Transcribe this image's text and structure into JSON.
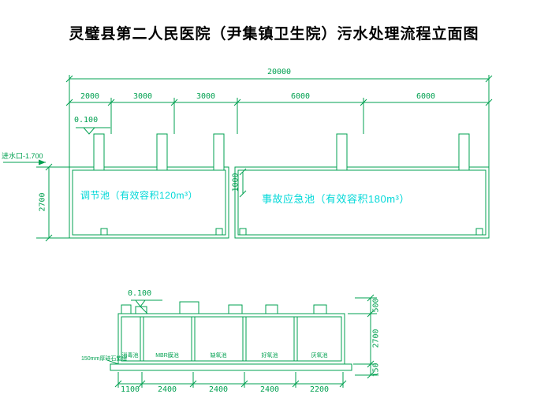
{
  "title": "灵璧县第二人民医院（尹集镇卫生院）污水处理流程立面图",
  "colors": {
    "line_green": "#00A050",
    "label_cyan": "#00D8D8",
    "title_black": "#000000"
  },
  "upper": {
    "total_dim": "20000",
    "seg_dims": [
      "2000",
      "3000",
      "3000",
      "6000",
      "6000"
    ],
    "elevation_mark": "0.100",
    "inlet_label": "进水口-1.700",
    "height_dim": "2700",
    "inner_dim": "1000",
    "tank1_label": "调节池（有效容积120m³）",
    "tank2_label": "事故应急池（有效容积180m³）"
  },
  "lower": {
    "elevation_mark": "0.100",
    "compartment_labels": [
      "消毒池",
      "MBR膜池",
      "缺氧池",
      "好氧池",
      "厌氧池"
    ],
    "base_note": "150mm厚碎石垫层",
    "width_dims": [
      "1100",
      "2400",
      "2400",
      "2400",
      "2200"
    ],
    "height_dims": [
      "500",
      "2700",
      "150"
    ]
  }
}
